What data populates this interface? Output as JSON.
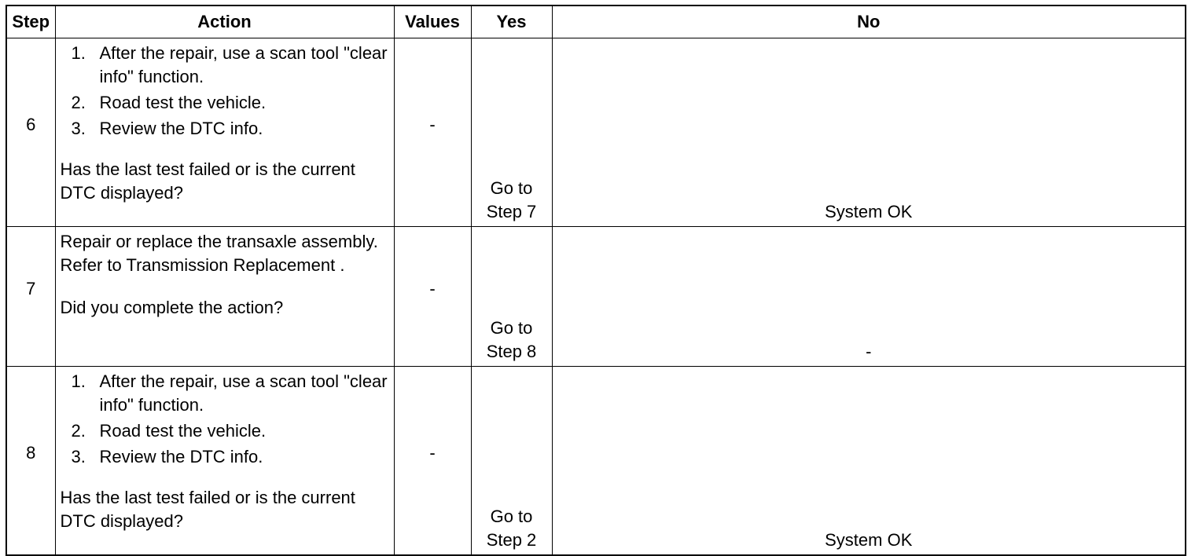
{
  "headers": {
    "step": "Step",
    "action": "Action",
    "values": "Values",
    "yes": "Yes",
    "no": "No"
  },
  "rows": [
    {
      "step": "6",
      "items": [
        {
          "num": "1.",
          "text": "After the repair, use a scan tool \"clear info\" function."
        },
        {
          "num": "2.",
          "text": "Road test the vehicle."
        },
        {
          "num": "3.",
          "text": "Review the DTC info."
        }
      ],
      "question": "Has the last test failed or is the current DTC displayed?",
      "values": "-",
      "yes": "Go to Step 7",
      "no": "System OK"
    },
    {
      "step": "7",
      "text": "Repair or replace the transaxle assembly. Refer to Transmission Replacement .",
      "question": "Did you complete the action?",
      "values": "-",
      "yes": "Go to Step 8",
      "no": "-"
    },
    {
      "step": "8",
      "items": [
        {
          "num": "1.",
          "text": "After the repair, use a scan tool \"clear info\" function."
        },
        {
          "num": "2.",
          "text": "Road test the vehicle."
        },
        {
          "num": "3.",
          "text": "Review the DTC info."
        }
      ],
      "question": "Has the last test failed or is the current DTC displayed?",
      "values": "-",
      "yes": "Go to Step 2",
      "no": "System OK"
    }
  ]
}
